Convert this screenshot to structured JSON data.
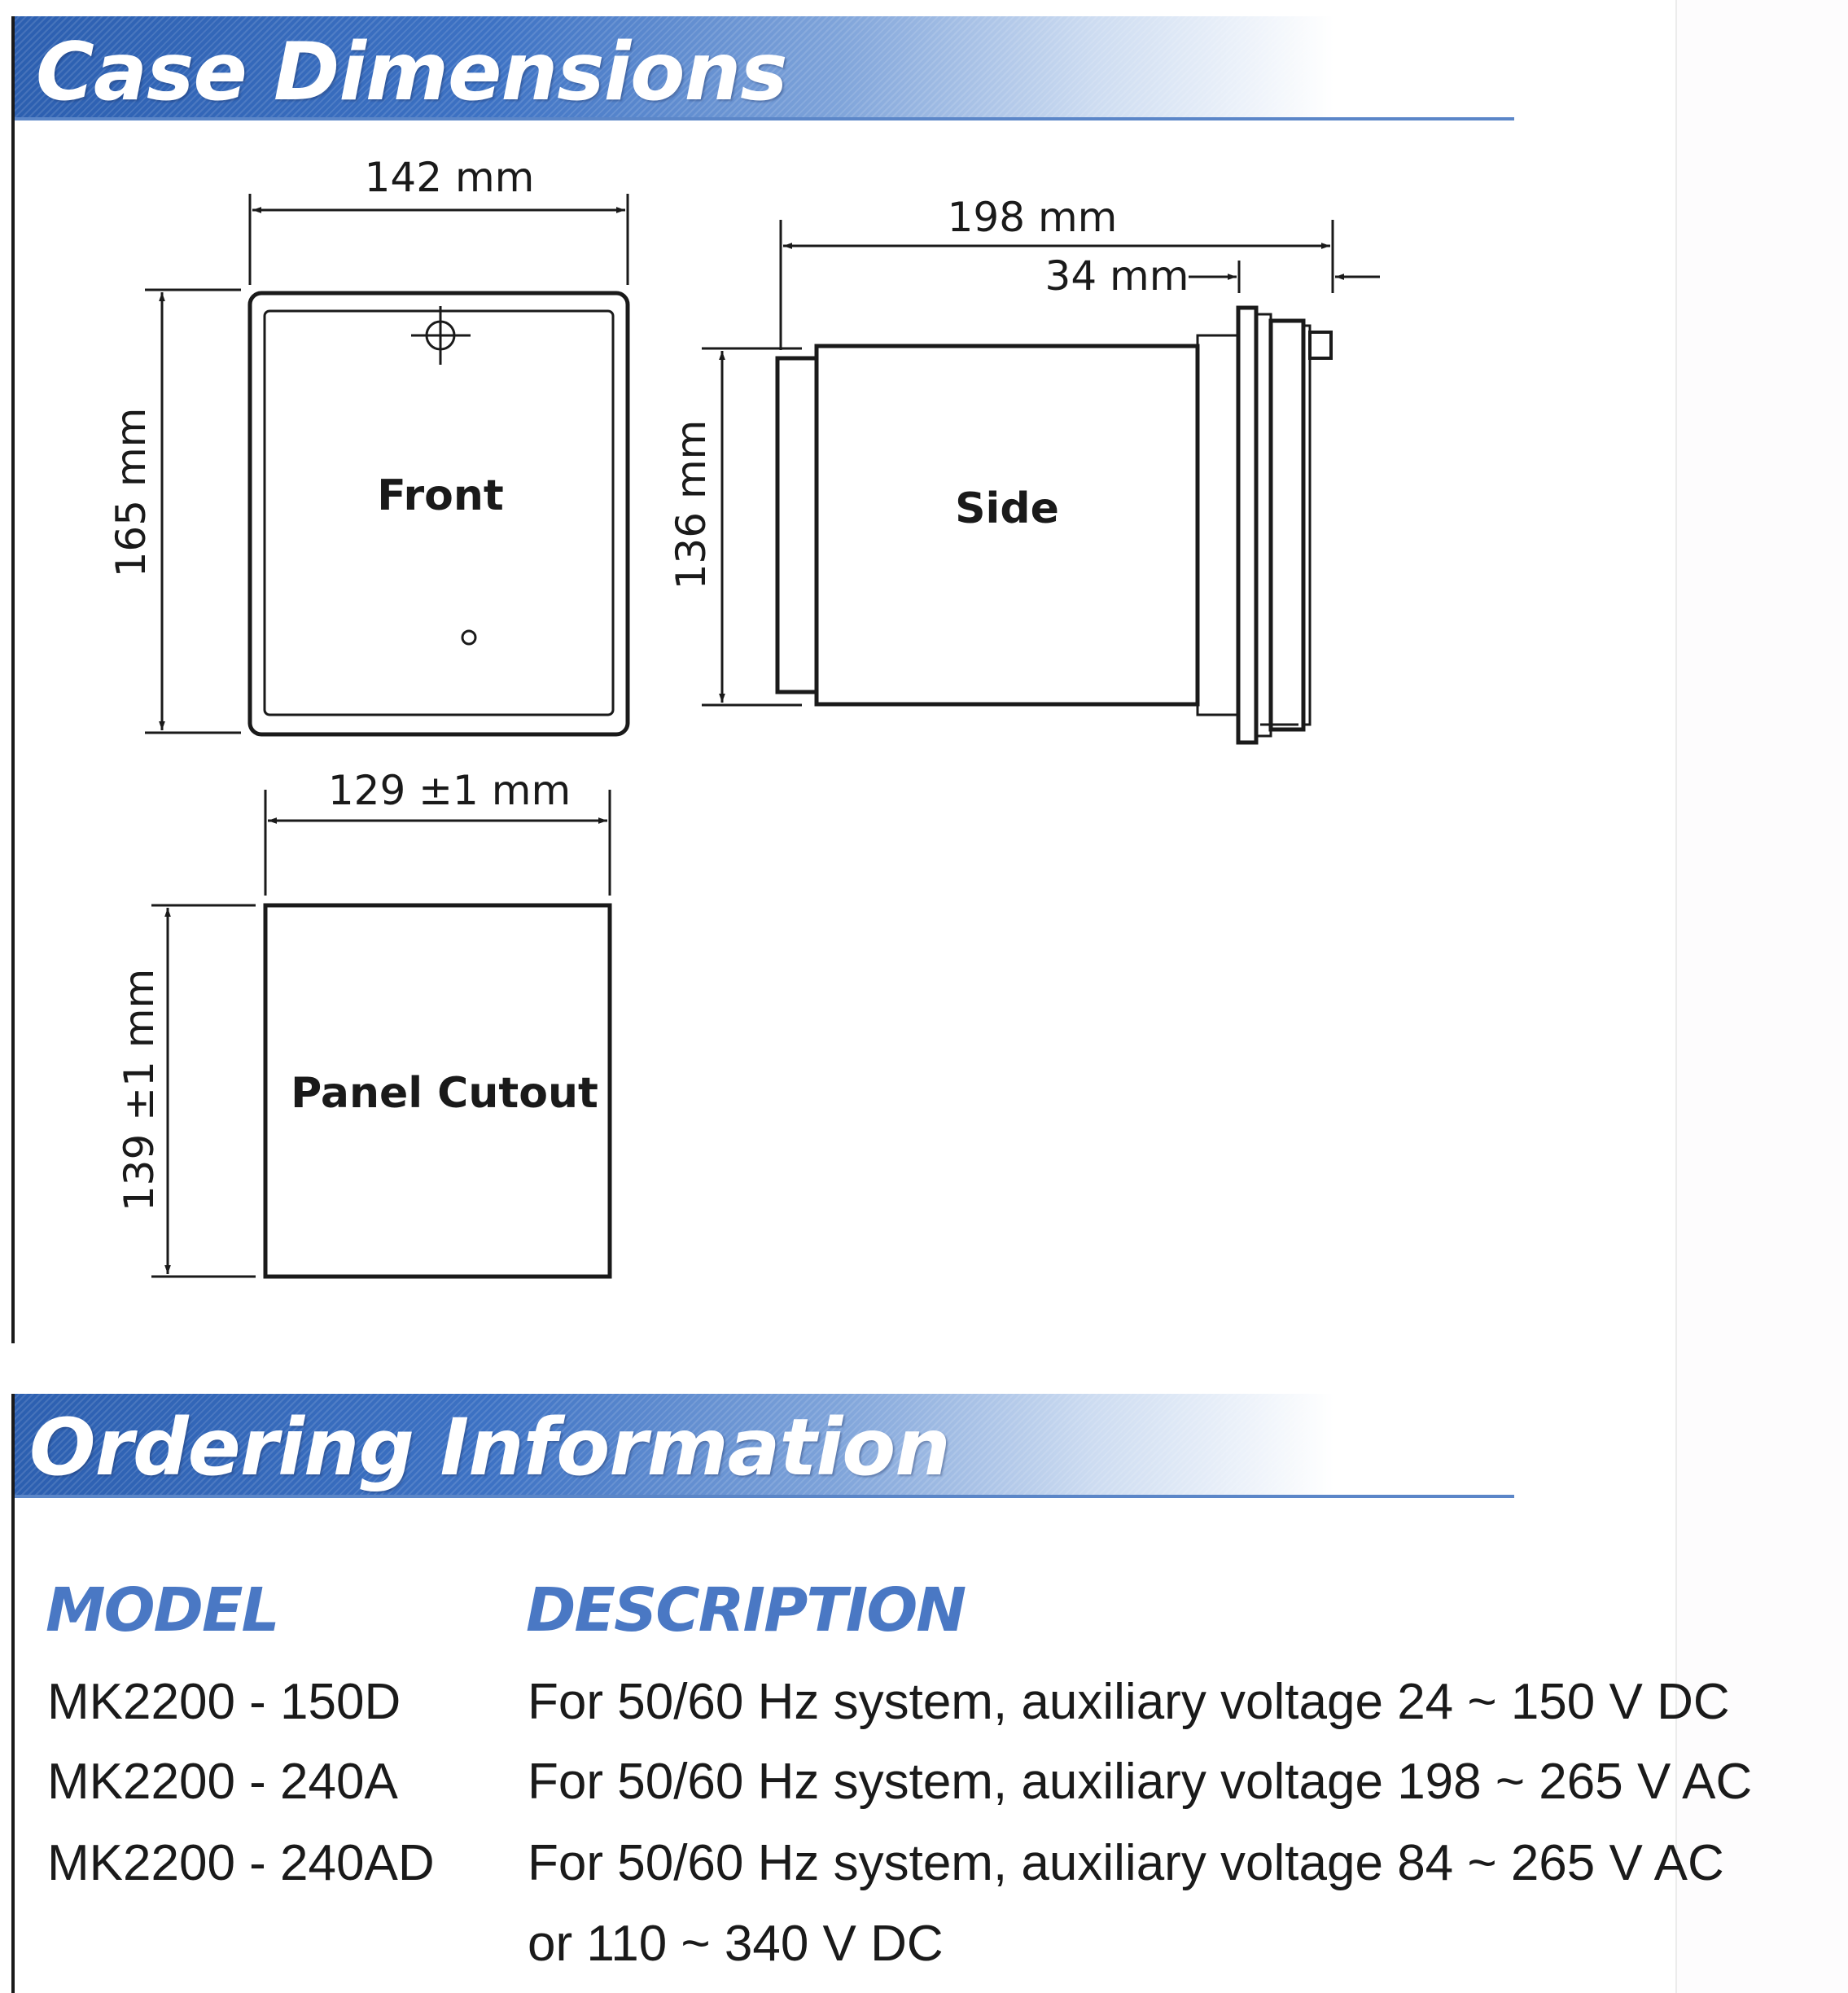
{
  "sections": {
    "case_dimensions_title": "Case Dimensions",
    "ordering_title": "Ordering Information"
  },
  "diagram": {
    "front_label": "Front",
    "side_label": "Side",
    "cutout_label": "Panel Cutout",
    "front_width": "142 mm",
    "front_height": "165 mm",
    "side_depth": "198 mm",
    "side_flange": "34 mm",
    "side_height": "136 mm",
    "cutout_width": "129 ±1 mm",
    "cutout_height": "139 ±1 mm"
  },
  "ordering": {
    "model_header": "MODEL",
    "description_header": "DESCRIPTION",
    "rows": [
      {
        "model": "MK2200 - 150D",
        "description": "For 50/60 Hz system, auxiliary voltage 24 ~ 150 V DC"
      },
      {
        "model": "MK2200 - 240A",
        "description": "For 50/60 Hz system, auxiliary voltage 198 ~ 265 V AC"
      },
      {
        "model": "MK2200 - 240AD",
        "description": "For 50/60 Hz system, auxiliary voltage 84 ~ 265 V AC",
        "description_cont": "or 110 ~ 340 V DC"
      }
    ]
  }
}
